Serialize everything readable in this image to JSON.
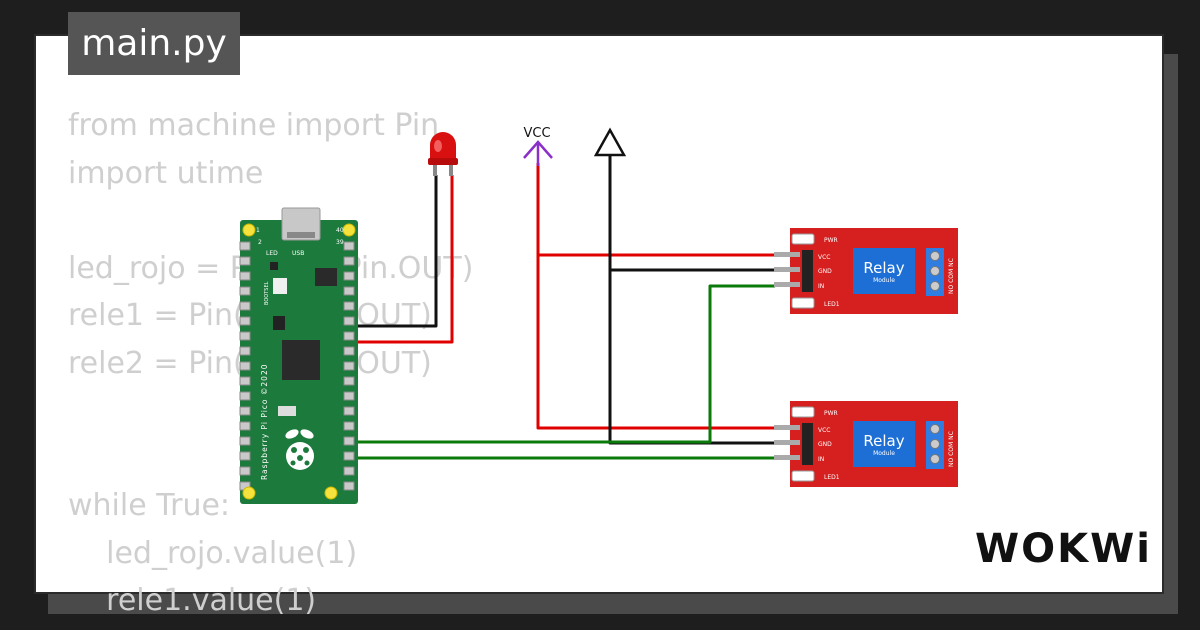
{
  "editor": {
    "tab_label": "main.py",
    "code_lines": [
      "from machine import Pin",
      "import utime",
      "",
      "led_rojo = Pin(16, Pin.OUT)",
      "rele1 = Pin(14, Pin.OUT)",
      "rele2 = Pin(15, Pin.OUT)",
      "",
      "",
      "while True:",
      "    led_rojo.value(1)",
      "    rele1.value(1)"
    ]
  },
  "diagram": {
    "vcc_label": "VCC",
    "pico": {
      "board_text": "Raspberry Pi Pico ©2020",
      "usb_label": "USB",
      "led_label": "LED",
      "bootsel_label": "BOOTSEL",
      "pin1": "1",
      "pin2": "2",
      "pin39": "39",
      "pin40": "40"
    },
    "relay_module": {
      "title": "Relay",
      "subtitle": "Module",
      "pwr": "PWR",
      "led1": "LED1",
      "vcc": "VCC",
      "gnd": "GND",
      "in": "IN",
      "terminals": "NO COM NC"
    },
    "wire_colors": {
      "red": "#e00000",
      "black": "#111111",
      "green": "#0a7a0a",
      "vcc": "#8b2fc9"
    }
  },
  "branding": {
    "logo": "WOKWi"
  }
}
